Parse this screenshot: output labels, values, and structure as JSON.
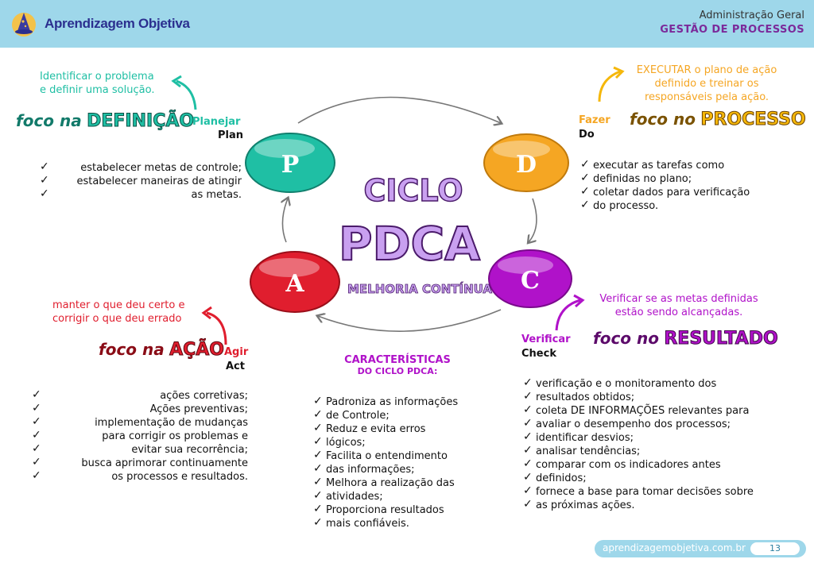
{
  "header": {
    "brand": "Aprendizagem Objetiva",
    "subject": "Administração Geral",
    "topic": "GESTÃO DE PROCESSOS"
  },
  "center": {
    "title_top": "CICLO",
    "title_main": "PDCA",
    "subtitle": "MELHORIA CONTÍNUA"
  },
  "plan": {
    "letter": "P",
    "pt": "Planejar",
    "en": "Plan",
    "note_line1": "Identificar o problema",
    "note_line2": "e definir uma solução.",
    "foco_prefix": "foco na",
    "foco_word": "DEFINIÇÃO",
    "items": [
      "estabelecer metas de controle;",
      "estabelecer maneiras de atingir",
      "as metas."
    ],
    "color": "#1fbfa4"
  },
  "do": {
    "letter": "D",
    "pt": "Fazer",
    "en": "Do",
    "note_line1": "EXECUTAR o plano de ação",
    "note_line2": "definido e treinar os",
    "note_line3": "responsáveis pela ação.",
    "foco_prefix": "foco no",
    "foco_word": "PROCESSO",
    "items": [
      "executar as tarefas como",
      "definidas no plano;",
      "coletar dados para verificação",
      "do processo."
    ],
    "color": "#f5a623"
  },
  "check": {
    "letter": "C",
    "pt": "Verificar",
    "en": "Check",
    "note_line1": "Verificar se as metas definidas",
    "note_line2": "estão sendo alcançadas.",
    "foco_prefix": "foco no",
    "foco_word": "RESULTADO",
    "items": [
      "verificação e o monitoramento dos",
      "resultados obtidos;",
      "coleta DE INFORMAÇÕES relevantes para",
      "avaliar o desempenho dos processos;",
      "identificar desvios;",
      "analisar tendências;",
      "comparar com os indicadores antes",
      "definidos;",
      "fornece a base para tomar decisões sobre",
      "as próximas ações."
    ],
    "color": "#b012c9"
  },
  "act": {
    "letter": "A",
    "pt": "Agir",
    "en": "Act",
    "note_line1": "manter o que deu certo e",
    "note_line2": "corrigir o que deu errado",
    "foco_prefix": "foco na",
    "foco_word": "AÇÃO",
    "items": [
      "ações corretivas;",
      "Ações preventivas;",
      "implementação de mudanças",
      "para corrigir os problemas e",
      "evitar sua recorrência;",
      "busca aprimorar continuamente",
      "os processos e resultados."
    ],
    "color": "#e01e2e"
  },
  "caracteristicas": {
    "title1": "CARACTERÍSTICAS",
    "title2": "DO CICLO PDCA:",
    "items": [
      "Padroniza as informações",
      "de Controle;",
      "Reduz e evita erros",
      "lógicos;",
      "Facilita o entendimento",
      "das informações;",
      "Melhora a realização das",
      "atividades;",
      "Proporciona resultados",
      "mais confiáveis."
    ]
  },
  "footer": {
    "site": "aprendizagemobjetiva.com.br",
    "page": "13"
  },
  "icons": {
    "logo": "wizard-hat-icon"
  },
  "colors": {
    "header_bg": "#9ed7ea",
    "title_purple": "#c9a0f0",
    "brand_text": "#2b2f8f"
  }
}
